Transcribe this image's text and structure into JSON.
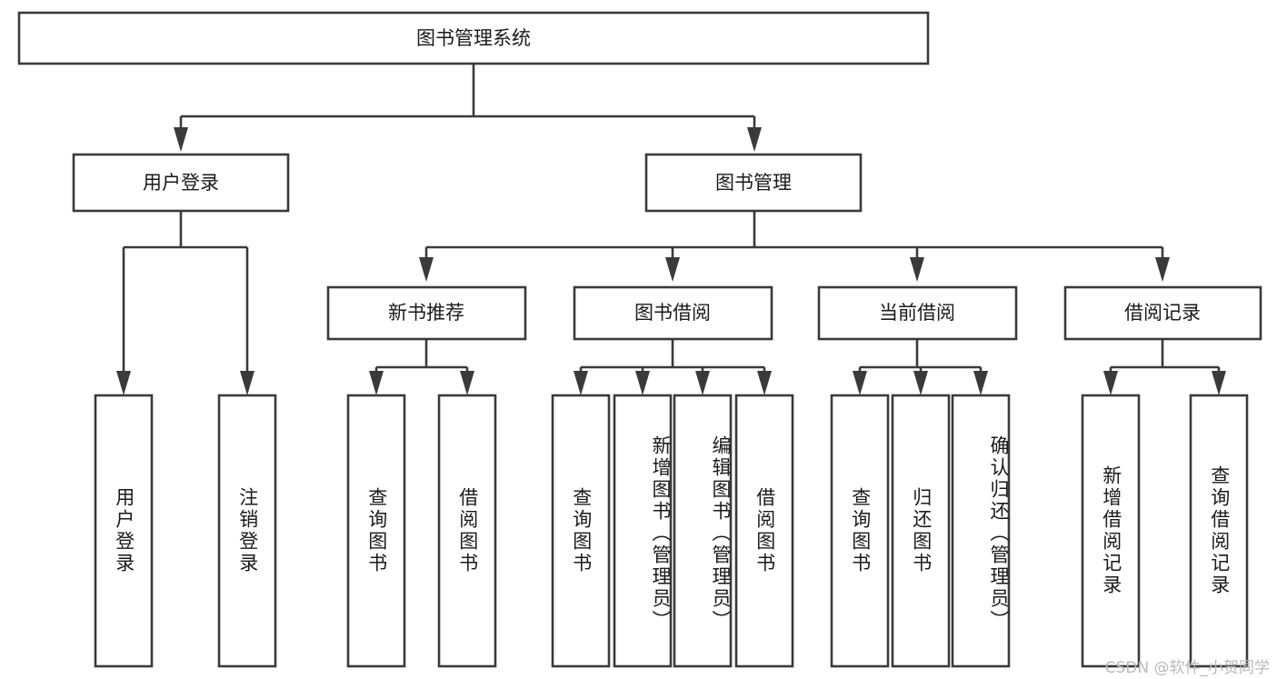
{
  "diagram": {
    "type": "tree-hierarchy",
    "title": "图书管理系统",
    "watermark": "CSDN @软件_小贺同学",
    "colors": {
      "stroke": "#3a3a3a",
      "fill": "#ffffff",
      "text": "#1a1a1a",
      "watermark": "#b9b9b9",
      "background": "#ffffff"
    },
    "levels": {
      "root": {
        "label": "图书管理系统"
      },
      "level2": [
        {
          "label": "用户登录"
        },
        {
          "label": "图书管理"
        }
      ],
      "level3": [
        {
          "label": "新书推荐"
        },
        {
          "label": "图书借阅"
        },
        {
          "label": "当前借阅"
        },
        {
          "label": "借阅记录"
        }
      ],
      "leaves": [
        {
          "label": "用户登录",
          "parent": "用户登录",
          "align": "center"
        },
        {
          "label": "注销登录",
          "parent": "用户登录",
          "align": "center"
        },
        {
          "label": "查询图书",
          "parent": "新书推荐",
          "align": "center"
        },
        {
          "label": "借阅图书",
          "parent": "新书推荐",
          "align": "center"
        },
        {
          "label": "查询图书",
          "parent": "图书借阅",
          "align": "center"
        },
        {
          "label": "新增图书（管理员）",
          "parent": "图书借阅",
          "align": "top"
        },
        {
          "label": "编辑图书（管理员）",
          "parent": "图书借阅",
          "align": "top"
        },
        {
          "label": "借阅图书",
          "parent": "图书借阅",
          "align": "center"
        },
        {
          "label": "查询图书",
          "parent": "当前借阅",
          "align": "center"
        },
        {
          "label": "归还图书",
          "parent": "当前借阅",
          "align": "center"
        },
        {
          "label": "确认归还（管理员）",
          "parent": "当前借阅",
          "align": "top"
        },
        {
          "label": "新增借阅记录",
          "parent": "借阅记录",
          "align": "center"
        },
        {
          "label": "查询借阅记录",
          "parent": "借阅记录",
          "align": "center"
        }
      ]
    }
  }
}
